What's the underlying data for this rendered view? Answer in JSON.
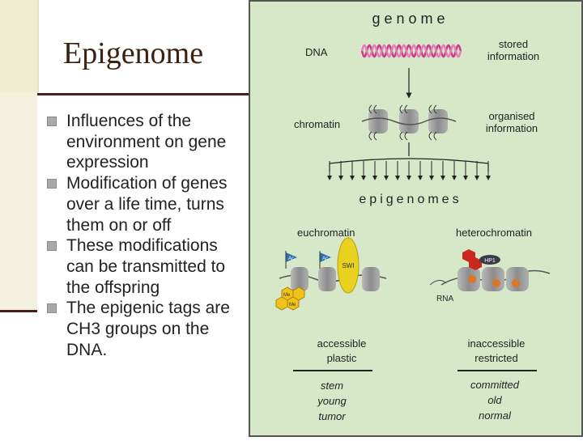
{
  "slide": {
    "title": "Epigenome",
    "bullets": [
      "Influences of the environment on gene expression",
      "Modification of genes over a life time, turns them on or off",
      "These modifications can be transmitted to the offspring",
      "The epigenic tags are CH3 groups on the DNA."
    ]
  },
  "diagram": {
    "top_label": "genome",
    "dna_label": "DNA",
    "stored_info": [
      "stored",
      "information"
    ],
    "chromatin_label": "chromatin",
    "organised_info": [
      "organised",
      "information"
    ],
    "epigenomes_label": "epigenomes",
    "euchromatin_label": "euchromatin",
    "heterochromatin_label": "heterochromatin",
    "swi_label": "SWI",
    "hp1_label": "HP1",
    "rna_label": "RNA",
    "me_label": "Me",
    "ac_label": "Ac",
    "euchromatin_props": [
      "accessible",
      "plastic"
    ],
    "heterochromatin_props": [
      "inaccessible",
      "restricted"
    ],
    "euchromatin_states": [
      "stem",
      "young",
      "tumor"
    ],
    "heterochromatin_states": [
      "committed",
      "old",
      "normal"
    ],
    "colors": {
      "panel_bg": "#d7e8c9",
      "dna": "#cc3a88",
      "nucleosome": "#8f8f8f",
      "swi": "#e8d21f",
      "me_hex": "#f0c21a",
      "het_mark": "#c8281e"
    }
  }
}
